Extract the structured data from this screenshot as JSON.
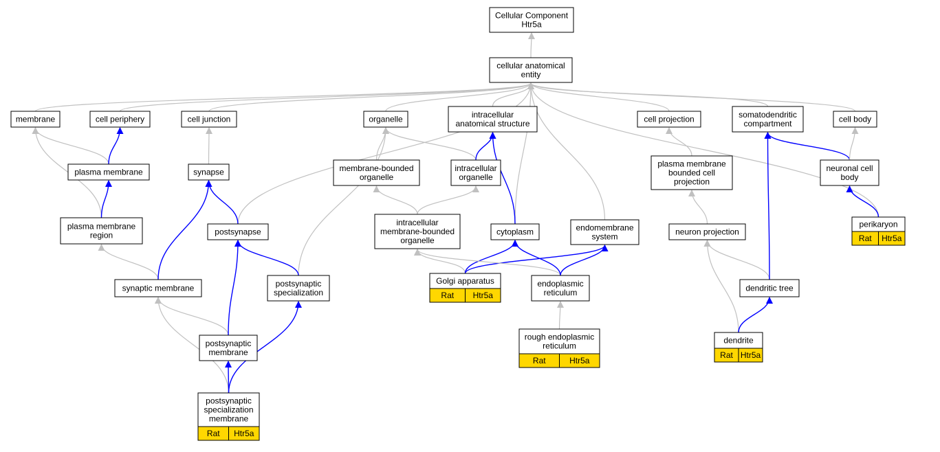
{
  "colors": {
    "isa_edge": "#c0c0c0",
    "partof_edge": "#0000ff",
    "annotation_fill": "#ffd700",
    "node_border": "#000000"
  },
  "nodes": [
    {
      "id": "root",
      "lines": [
        "Cellular Component",
        "Htr5a"
      ]
    },
    {
      "id": "cae",
      "lines": [
        "cellular anatomical",
        "entity"
      ]
    },
    {
      "id": "membrane",
      "lines": [
        "membrane"
      ]
    },
    {
      "id": "cellperiphery",
      "lines": [
        "cell periphery"
      ]
    },
    {
      "id": "celljunction",
      "lines": [
        "cell junction"
      ]
    },
    {
      "id": "organelle",
      "lines": [
        "organelle"
      ]
    },
    {
      "id": "ias",
      "lines": [
        "intracellular",
        "anatomical structure"
      ]
    },
    {
      "id": "cellprojection",
      "lines": [
        "cell projection"
      ]
    },
    {
      "id": "somato",
      "lines": [
        "somatodendritic",
        "compartment"
      ]
    },
    {
      "id": "cellbody",
      "lines": [
        "cell body"
      ]
    },
    {
      "id": "plasmamembrane",
      "lines": [
        "plasma membrane"
      ]
    },
    {
      "id": "synapse",
      "lines": [
        "synapse"
      ]
    },
    {
      "id": "mbo",
      "lines": [
        "membrane-bounded",
        "organelle"
      ]
    },
    {
      "id": "io",
      "lines": [
        "intracellular",
        "organelle"
      ]
    },
    {
      "id": "pmbcp",
      "lines": [
        "plasma membrane",
        "bounded cell",
        "projection"
      ]
    },
    {
      "id": "ncb",
      "lines": [
        "neuronal cell",
        "body"
      ]
    },
    {
      "id": "pmr",
      "lines": [
        "plasma membrane",
        "region"
      ]
    },
    {
      "id": "postsynapse",
      "lines": [
        "postsynapse"
      ]
    },
    {
      "id": "imbo",
      "lines": [
        "intracellular",
        "membrane-bounded",
        "organelle"
      ]
    },
    {
      "id": "cytoplasm",
      "lines": [
        "cytoplasm"
      ]
    },
    {
      "id": "endosys",
      "lines": [
        "endomembrane",
        "system"
      ]
    },
    {
      "id": "neuronproj",
      "lines": [
        "neuron projection"
      ]
    },
    {
      "id": "perikaryon",
      "lines": [
        "perikaryon"
      ],
      "annotation": [
        "Rat",
        "Htr5a"
      ]
    },
    {
      "id": "synmem",
      "lines": [
        "synaptic membrane"
      ]
    },
    {
      "id": "postspec",
      "lines": [
        "postsynaptic",
        "specialization"
      ]
    },
    {
      "id": "golgi",
      "lines": [
        "Golgi apparatus"
      ],
      "annotation": [
        "Rat",
        "Htr5a"
      ]
    },
    {
      "id": "er",
      "lines": [
        "endoplasmic",
        "reticulum"
      ]
    },
    {
      "id": "dtree",
      "lines": [
        "dendritic tree"
      ]
    },
    {
      "id": "postmem",
      "lines": [
        "postsynaptic",
        "membrane"
      ]
    },
    {
      "id": "rer",
      "lines": [
        "rough endoplasmic",
        "reticulum"
      ],
      "annotation": [
        "Rat",
        "Htr5a"
      ]
    },
    {
      "id": "dendrite",
      "lines": [
        "dendrite"
      ],
      "annotation": [
        "Rat",
        "Htr5a"
      ]
    },
    {
      "id": "psm",
      "lines": [
        "postsynaptic",
        "specialization",
        "membrane"
      ],
      "annotation": [
        "Rat",
        "Htr5a"
      ]
    }
  ],
  "edges": [
    {
      "from": "cae",
      "to": "root",
      "type": "isa"
    },
    {
      "from": "membrane",
      "to": "cae",
      "type": "isa"
    },
    {
      "from": "cellperiphery",
      "to": "cae",
      "type": "isa"
    },
    {
      "from": "celljunction",
      "to": "cae",
      "type": "isa"
    },
    {
      "from": "organelle",
      "to": "cae",
      "type": "isa"
    },
    {
      "from": "ias",
      "to": "cae",
      "type": "isa"
    },
    {
      "from": "cellprojection",
      "to": "cae",
      "type": "isa"
    },
    {
      "from": "somato",
      "to": "cae",
      "type": "isa"
    },
    {
      "from": "cellbody",
      "to": "cae",
      "type": "isa"
    },
    {
      "from": "postsynapse",
      "to": "cae",
      "type": "isa"
    },
    {
      "from": "cytoplasm",
      "to": "cae",
      "type": "isa"
    },
    {
      "from": "endosys",
      "to": "cae",
      "type": "isa"
    },
    {
      "from": "perikaryon",
      "to": "cae",
      "type": "isa"
    },
    {
      "from": "plasmamembrane",
      "to": "membrane",
      "type": "isa"
    },
    {
      "from": "plasmamembrane",
      "to": "cellperiphery",
      "type": "partof"
    },
    {
      "from": "synapse",
      "to": "celljunction",
      "type": "isa"
    },
    {
      "from": "mbo",
      "to": "organelle",
      "type": "isa"
    },
    {
      "from": "io",
      "to": "organelle",
      "type": "isa"
    },
    {
      "from": "io",
      "to": "ias",
      "type": "partof"
    },
    {
      "from": "pmbcp",
      "to": "cellprojection",
      "type": "isa"
    },
    {
      "from": "ncb",
      "to": "somato",
      "type": "partof"
    },
    {
      "from": "ncb",
      "to": "cellbody",
      "type": "isa"
    },
    {
      "from": "pmr",
      "to": "membrane",
      "type": "isa"
    },
    {
      "from": "pmr",
      "to": "plasmamembrane",
      "type": "partof"
    },
    {
      "from": "postsynapse",
      "to": "synapse",
      "type": "partof"
    },
    {
      "from": "imbo",
      "to": "mbo",
      "type": "isa"
    },
    {
      "from": "imbo",
      "to": "io",
      "type": "isa"
    },
    {
      "from": "cytoplasm",
      "to": "ias",
      "type": "partof"
    },
    {
      "from": "neuronproj",
      "to": "pmbcp",
      "type": "isa"
    },
    {
      "from": "perikaryon",
      "to": "ncb",
      "type": "partof"
    },
    {
      "from": "synmem",
      "to": "pmr",
      "type": "isa"
    },
    {
      "from": "synmem",
      "to": "synapse",
      "type": "partof"
    },
    {
      "from": "postspec",
      "to": "organelle",
      "type": "isa"
    },
    {
      "from": "postspec",
      "to": "postsynapse",
      "type": "partof"
    },
    {
      "from": "golgi",
      "to": "imbo",
      "type": "isa"
    },
    {
      "from": "golgi",
      "to": "cytoplasm",
      "type": "partof"
    },
    {
      "from": "golgi",
      "to": "endosys",
      "type": "partof"
    },
    {
      "from": "er",
      "to": "imbo",
      "type": "isa"
    },
    {
      "from": "er",
      "to": "cytoplasm",
      "type": "partof"
    },
    {
      "from": "er",
      "to": "endosys",
      "type": "partof"
    },
    {
      "from": "dtree",
      "to": "neuronproj",
      "type": "isa"
    },
    {
      "from": "dtree",
      "to": "somato",
      "type": "partof"
    },
    {
      "from": "postmem",
      "to": "synmem",
      "type": "isa"
    },
    {
      "from": "postmem",
      "to": "postsynapse",
      "type": "partof"
    },
    {
      "from": "rer",
      "to": "er",
      "type": "isa"
    },
    {
      "from": "dendrite",
      "to": "neuronproj",
      "type": "isa"
    },
    {
      "from": "dendrite",
      "to": "dtree",
      "type": "partof"
    },
    {
      "from": "psm",
      "to": "synmem",
      "type": "isa"
    },
    {
      "from": "psm",
      "to": "postmem",
      "type": "partof"
    },
    {
      "from": "psm",
      "to": "postspec",
      "type": "partof"
    }
  ]
}
